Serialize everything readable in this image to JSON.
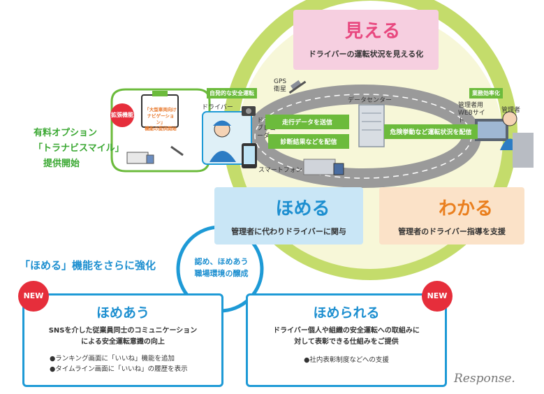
{
  "top_panel": {
    "title": "見える",
    "subtitle": "ドライバーの運転状況を見える化"
  },
  "option": {
    "line1": "有料オプション",
    "line2": "「トラナビスマイル」",
    "line3": "提供開始"
  },
  "device": {
    "badge": "拡張機能",
    "line1": "「大型車両向け",
    "line2": "ナビゲーション」",
    "line3": "機能の提供開始"
  },
  "left_label": {
    "tag": "自発的な安全運転",
    "driver": "ドライバー",
    "drive_recorder": "ドライブレコーダー",
    "smartphone": "スマートフォン"
  },
  "center": {
    "gps": "GPS衛星",
    "datacenter": "データセンター",
    "arrow1": "走行データを送信",
    "arrow2": "診断結果などを配信",
    "arrow3": "危険挙動など運転状況を配信"
  },
  "right_label": {
    "tag": "業務効率化",
    "website": "管理者用WEBサイト",
    "manager": "管理者"
  },
  "homeru": {
    "title": "ほめる",
    "subtitle": "管理者に代わりドライバーに関与"
  },
  "wakaru": {
    "title": "わかる",
    "subtitle": "管理者のドライバー指導を支援"
  },
  "headline": "「ほめる」機能をさらに強化",
  "circle_text": {
    "line1": "認め、ほめあう",
    "line2": "職場環境の醸成"
  },
  "box_left": {
    "badge": "NEW",
    "title": "ほめあう",
    "text1": "SNSを介した従業員同士のコミュニケーション",
    "text2": "による安全運転意識の向上",
    "bullet1": "●ランキング画面に「いいね」機能を追加",
    "bullet2": "●タイムライン画面に「いいね」の履歴を表示"
  },
  "box_right": {
    "badge": "NEW",
    "title": "ほめられる",
    "text1": "ドライバー個人や組織の安全運転への取組みに",
    "text2": "対して表彰できる仕組みをご提供",
    "bullet1": "●社内表彰制度などへの支援"
  },
  "watermark": "Response."
}
